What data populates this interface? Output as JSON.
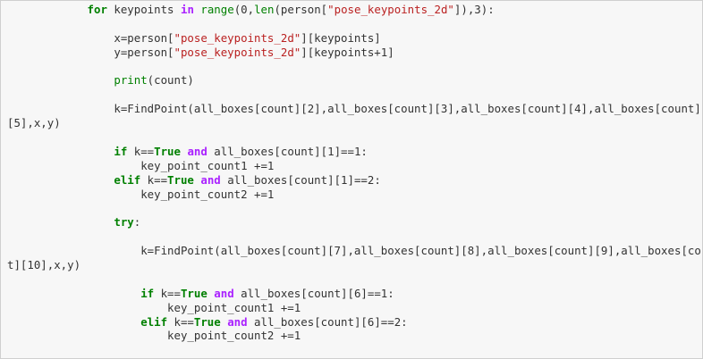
{
  "colors": {
    "keyword": "#008000",
    "operator_word": "#aa22ff",
    "string": "#ba2121",
    "text": "#333333",
    "cell_background": "#f7f7f7"
  },
  "code_lines": [
    [
      {
        "t": "            "
      },
      {
        "t": "for",
        "c": "kw"
      },
      {
        "t": " keypoints "
      },
      {
        "t": "in",
        "c": "op"
      },
      {
        "t": " "
      },
      {
        "t": "range",
        "c": "bi"
      },
      {
        "t": "(0,"
      },
      {
        "t": "len",
        "c": "bi"
      },
      {
        "t": "(person["
      },
      {
        "t": "\"pose_keypoints_2d\"",
        "c": "st"
      },
      {
        "t": "]),3):"
      }
    ],
    [],
    [
      {
        "t": "                x=person["
      },
      {
        "t": "\"pose_keypoints_2d\"",
        "c": "st"
      },
      {
        "t": "][keypoints]"
      }
    ],
    [
      {
        "t": "                y=person["
      },
      {
        "t": "\"pose_keypoints_2d\"",
        "c": "st"
      },
      {
        "t": "][keypoints+1]"
      }
    ],
    [],
    [
      {
        "t": "                "
      },
      {
        "t": "print",
        "c": "bi"
      },
      {
        "t": "(count)"
      }
    ],
    [],
    [
      {
        "t": "                k=FindPoint(all_boxes[count][2],all_boxes[count][3],all_boxes[count][4],all_boxes[count]"
      }
    ],
    [
      {
        "t": "[5],x,y)"
      }
    ],
    [],
    [
      {
        "t": "                "
      },
      {
        "t": "if",
        "c": "kw"
      },
      {
        "t": " k=="
      },
      {
        "t": "True",
        "c": "kw"
      },
      {
        "t": " "
      },
      {
        "t": "and",
        "c": "op"
      },
      {
        "t": " all_boxes[count][1]==1:"
      }
    ],
    [
      {
        "t": "                    key_point_count1 +=1"
      }
    ],
    [
      {
        "t": "                "
      },
      {
        "t": "elif",
        "c": "kw"
      },
      {
        "t": " k=="
      },
      {
        "t": "True",
        "c": "kw"
      },
      {
        "t": " "
      },
      {
        "t": "and",
        "c": "op"
      },
      {
        "t": " all_boxes[count][1]==2:"
      }
    ],
    [
      {
        "t": "                    key_point_count2 +=1"
      }
    ],
    [],
    [
      {
        "t": "                "
      },
      {
        "t": "try",
        "c": "kw"
      },
      {
        "t": ":"
      }
    ],
    [],
    [
      {
        "t": "                    k=FindPoint(all_boxes[count][7],all_boxes[count][8],all_boxes[count][9],all_boxes[coun"
      }
    ],
    [
      {
        "t": "t][10],x,y)"
      }
    ],
    [],
    [
      {
        "t": "                    "
      },
      {
        "t": "if",
        "c": "kw"
      },
      {
        "t": " k=="
      },
      {
        "t": "True",
        "c": "kw"
      },
      {
        "t": " "
      },
      {
        "t": "and",
        "c": "op"
      },
      {
        "t": " all_boxes[count][6]==1:"
      }
    ],
    [
      {
        "t": "                        key_point_count1 +=1"
      }
    ],
    [
      {
        "t": "                    "
      },
      {
        "t": "elif",
        "c": "kw"
      },
      {
        "t": " k=="
      },
      {
        "t": "True",
        "c": "kw"
      },
      {
        "t": " "
      },
      {
        "t": "and",
        "c": "op"
      },
      {
        "t": " all_boxes[count][6]==2:"
      }
    ],
    [
      {
        "t": "                        key_point_count2 +=1"
      }
    ]
  ]
}
